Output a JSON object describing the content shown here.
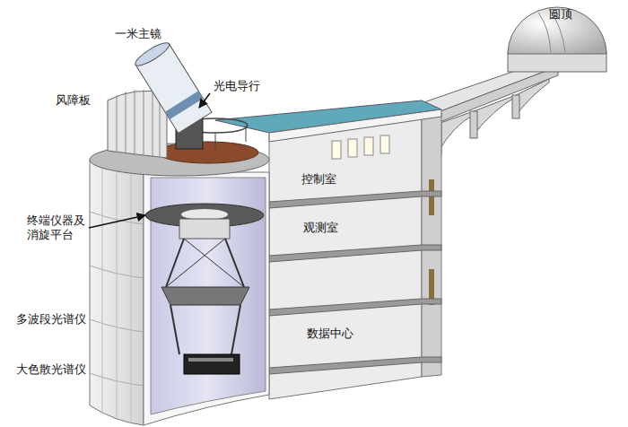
{
  "diagram": {
    "labels": [
      "圆顶",
      "一米主镜",
      "光电导行",
      "风障板",
      "控制室",
      "终端仪器及消旋平台",
      "观测室",
      "多波段光谱仪",
      "数据中心",
      "大色散光谱仪"
    ]
  }
}
